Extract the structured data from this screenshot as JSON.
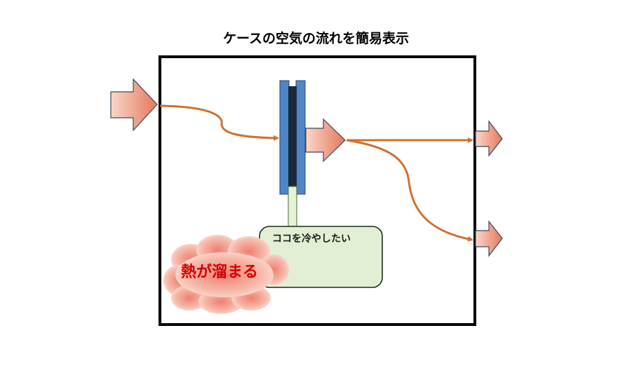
{
  "diagram": {
    "title": "ケースの空気の流れを簡易表示",
    "note_label": "ココを冷やしたい",
    "heat_label": "熱が溜まる",
    "colors": {
      "case_border": "#000000",
      "airflow_line": "#d2702f",
      "arrow_fill_start": "#f6c3b3",
      "arrow_fill_end": "#e4785c",
      "heatsink_fin": "#4f86c6",
      "heatsink_core": "#1b2a3a",
      "pipe": "#e6f2d5",
      "note_fill": "#e2efd5",
      "heat_text": "#d40000"
    }
  }
}
